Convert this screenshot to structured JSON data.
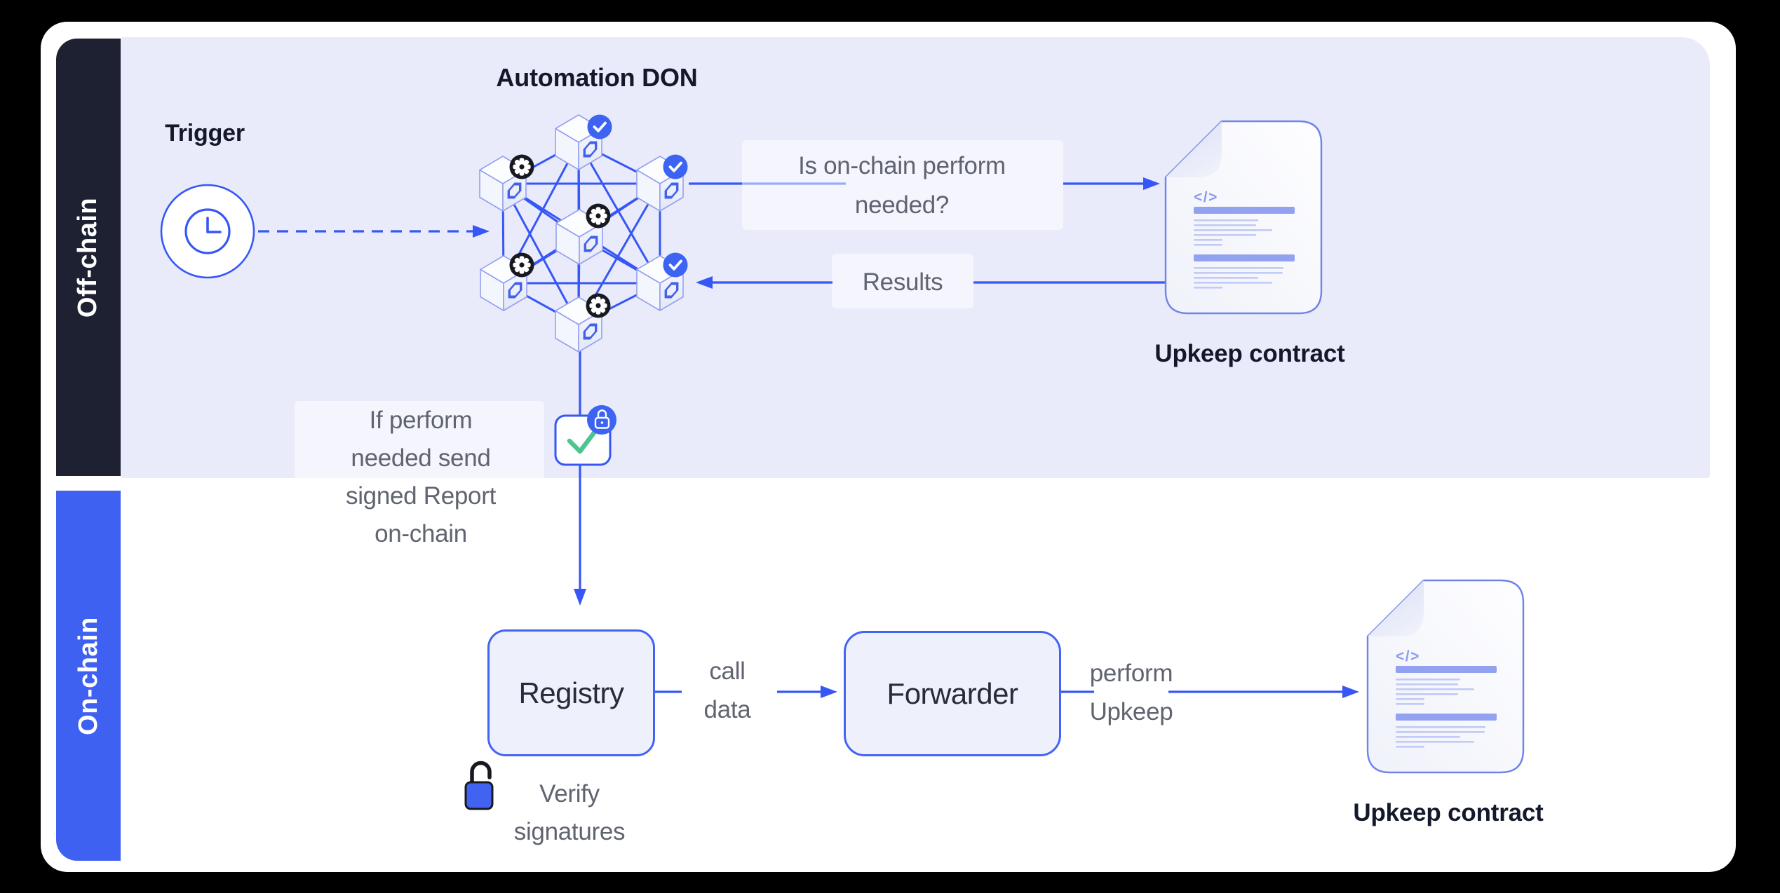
{
  "colors": {
    "page_bg": "#000000",
    "card_bg": "#ffffff",
    "offchain_panel_bg": "#e9ebfa",
    "offchain_band_bg": "#1e2132",
    "onchain_band_bg": "#3e61f2",
    "accent_blue": "#3657f5",
    "badge_blue": "#3c63f1",
    "badge_dark": "#17191f",
    "check_green": "#4cc592",
    "gray_text": "#606470",
    "dark_text": "#14182b"
  },
  "sidebar": {
    "offchain_label": "Off-chain",
    "onchain_label": "On-chain"
  },
  "offchain": {
    "trigger_label": "Trigger",
    "don_title": "Automation DON",
    "question_lines": [
      "Is on-chain perform",
      "needed?"
    ],
    "results_label": "Results",
    "upkeep_contract_label": "Upkeep contract",
    "report_note_lines": [
      "If perform",
      "needed send",
      "signed Report",
      "on-chain"
    ]
  },
  "onchain": {
    "registry_label": "Registry",
    "call_data_lines": [
      "call",
      "data"
    ],
    "forwarder_label": "Forwarder",
    "perform_upkeep_lines": [
      "perform",
      "Upkeep"
    ],
    "verify_lines": [
      "Verify",
      "signatures"
    ],
    "upkeep_contract_label": "Upkeep contract"
  },
  "contract": {
    "code_glyph": "</>"
  }
}
